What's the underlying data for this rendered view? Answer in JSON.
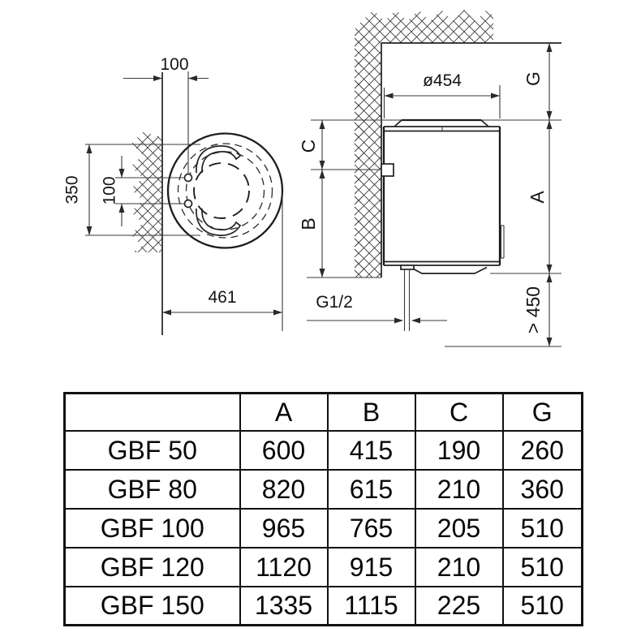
{
  "top_view": {
    "dim_hole_offset": "100",
    "dim_bracket_span": "350",
    "dim_hole_spacing": "100",
    "dim_overall_depth": "461"
  },
  "side_view": {
    "dim_diameter": "ø454",
    "dim_gap_ceiling": "G",
    "dim_overall_height": "A",
    "dim_top_to_bracket": "C",
    "dim_bracket_to_bottom": "B",
    "dim_floor_clearance": "> 450",
    "dim_pipe_thread": "G1/2"
  },
  "table": {
    "headers": [
      "",
      "A",
      "B",
      "C",
      "G"
    ],
    "rows": [
      {
        "model": "GBF 50",
        "a": "600",
        "b": "415",
        "c": "190",
        "g": "260"
      },
      {
        "model": "GBF 80",
        "a": "820",
        "b": "615",
        "c": "210",
        "g": "360"
      },
      {
        "model": "GBF 100",
        "a": "965",
        "b": "765",
        "c": "205",
        "g": "510"
      },
      {
        "model": "GBF 120",
        "a": "1120",
        "b": "915",
        "c": "210",
        "g": "510"
      },
      {
        "model": "GBF 150",
        "a": "1335",
        "b": "1115",
        "c": "225",
        "g": "510"
      }
    ]
  },
  "colors": {
    "line": "#1c1c1c",
    "background": "#ffffff"
  }
}
